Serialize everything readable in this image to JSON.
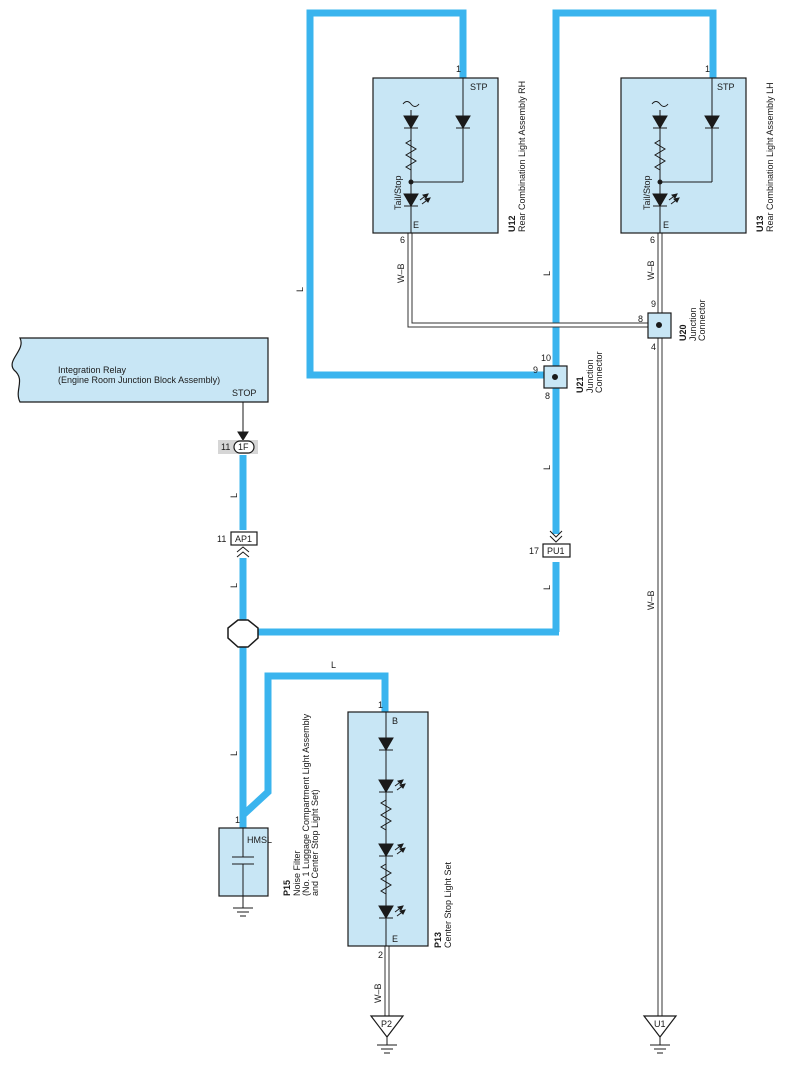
{
  "relay": {
    "title_line1": "Integration Relay",
    "title_line2": "(Engine Room Junction Block Assembly)",
    "pin": "STOP",
    "conn_num": "11",
    "conn_label": "1F"
  },
  "ap1": {
    "num": "11",
    "label": "AP1"
  },
  "pu1": {
    "num": "17",
    "label": "PU1"
  },
  "wire_colors": {
    "L": "L",
    "WB": "W–B"
  },
  "u12": {
    "code": "U12",
    "name": "Rear Combination Light Assembly RH",
    "pin_top_num": "1",
    "pin_top": "STP",
    "pin_bottom_num": "6",
    "pin_bottom": "E",
    "lamp_label": "Tail/Stop"
  },
  "u13": {
    "code": "U13",
    "name": "Rear Combination Light Assembly LH",
    "pin_top_num": "1",
    "pin_top": "STP",
    "pin_bottom_num": "6",
    "pin_bottom": "E",
    "lamp_label": "Tail/Stop"
  },
  "u21": {
    "code": "U21",
    "name_line1": "Junction",
    "name_line2": "Connector",
    "pin_top": "10",
    "pin_left": "9",
    "pin_bottom": "8"
  },
  "u20": {
    "code": "U20",
    "name_line1": "Junction",
    "name_line2": "Connector",
    "pin_top": "9",
    "pin_left": "8",
    "pin_bottom": "4"
  },
  "p13": {
    "code": "P13",
    "name": "Center Stop Light Set",
    "pin_top_num": "1",
    "pin_top": "B",
    "pin_bottom_num": "2",
    "pin_bottom": "E"
  },
  "p15": {
    "code": "P15",
    "name_line1": "Noise Filter",
    "name_line2": "(No. 1 Luggage Compartment Light Assembly",
    "name_line3": "and Center Stop Light Set)",
    "pin_num": "1",
    "pin": "HMSL"
  },
  "grounds": {
    "p2": "P2",
    "u1": "U1"
  },
  "colors": {
    "wire_blue": "#3ab4ee",
    "box_fill": "#c8e6f5",
    "line": "#1a1a1a"
  }
}
